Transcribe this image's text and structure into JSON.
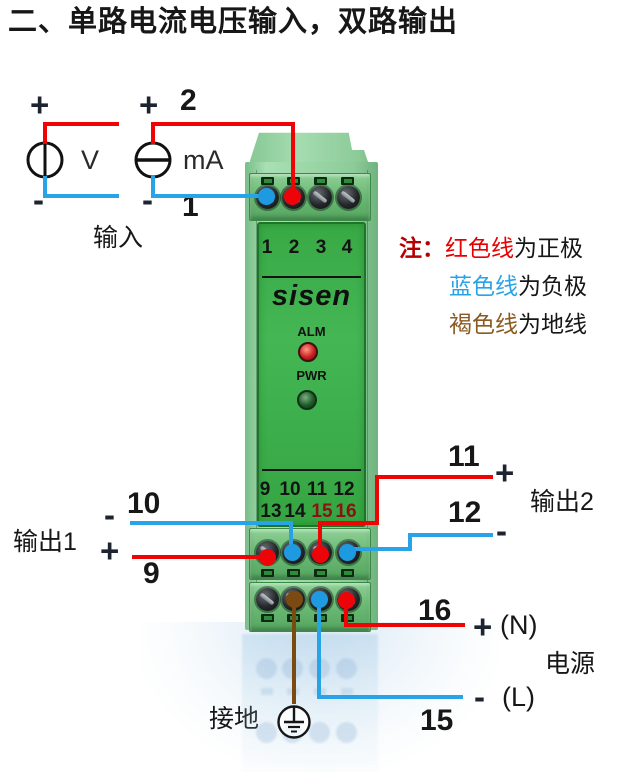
{
  "title": "二、单路电流电压输入，双路输出",
  "input": {
    "caption": "输入",
    "voltage_source": {
      "symbol": "V",
      "plus": "+",
      "minus": "-"
    },
    "current_source": {
      "symbol": "mA",
      "plus": "+",
      "minus": "-"
    },
    "terminal_top": "2",
    "terminal_bottom": "1"
  },
  "note": {
    "prefix": "注：",
    "lines": [
      {
        "term": "红色线",
        "desc": "为正极"
      },
      {
        "term": "蓝色线",
        "desc": "为负极"
      },
      {
        "term": "褐色线",
        "desc": "为地线"
      }
    ]
  },
  "module": {
    "brand": "sisen",
    "top_numbers": [
      "1",
      "2",
      "3",
      "4"
    ],
    "mid_numbers": [
      "9",
      "10",
      "11",
      "12"
    ],
    "low_numbers": [
      "13",
      "14",
      "15",
      "16"
    ],
    "alm_label": "ALM",
    "pwr_label": "PWR"
  },
  "output1": {
    "label": "输出1",
    "minus": "-",
    "terminal_minus": "10",
    "plus": "+",
    "terminal_plus": "9"
  },
  "output2": {
    "label": "输出2",
    "plus": "+",
    "terminal_plus": "11",
    "minus": "-",
    "terminal_minus": "12"
  },
  "power": {
    "label": "电源",
    "terminal_n": "16",
    "n_sign": "+",
    "n_name": "(N)",
    "l_sign": "-",
    "l_name": "(L)",
    "terminal_l": "15"
  },
  "ground": {
    "label": "接地"
  },
  "colors": {
    "title": "#9c1114",
    "positive_wire": "#ee0405",
    "negative_wire": "#29a3e8",
    "ground_wire": "#7a4a10",
    "module_face": "#3fae4e"
  }
}
